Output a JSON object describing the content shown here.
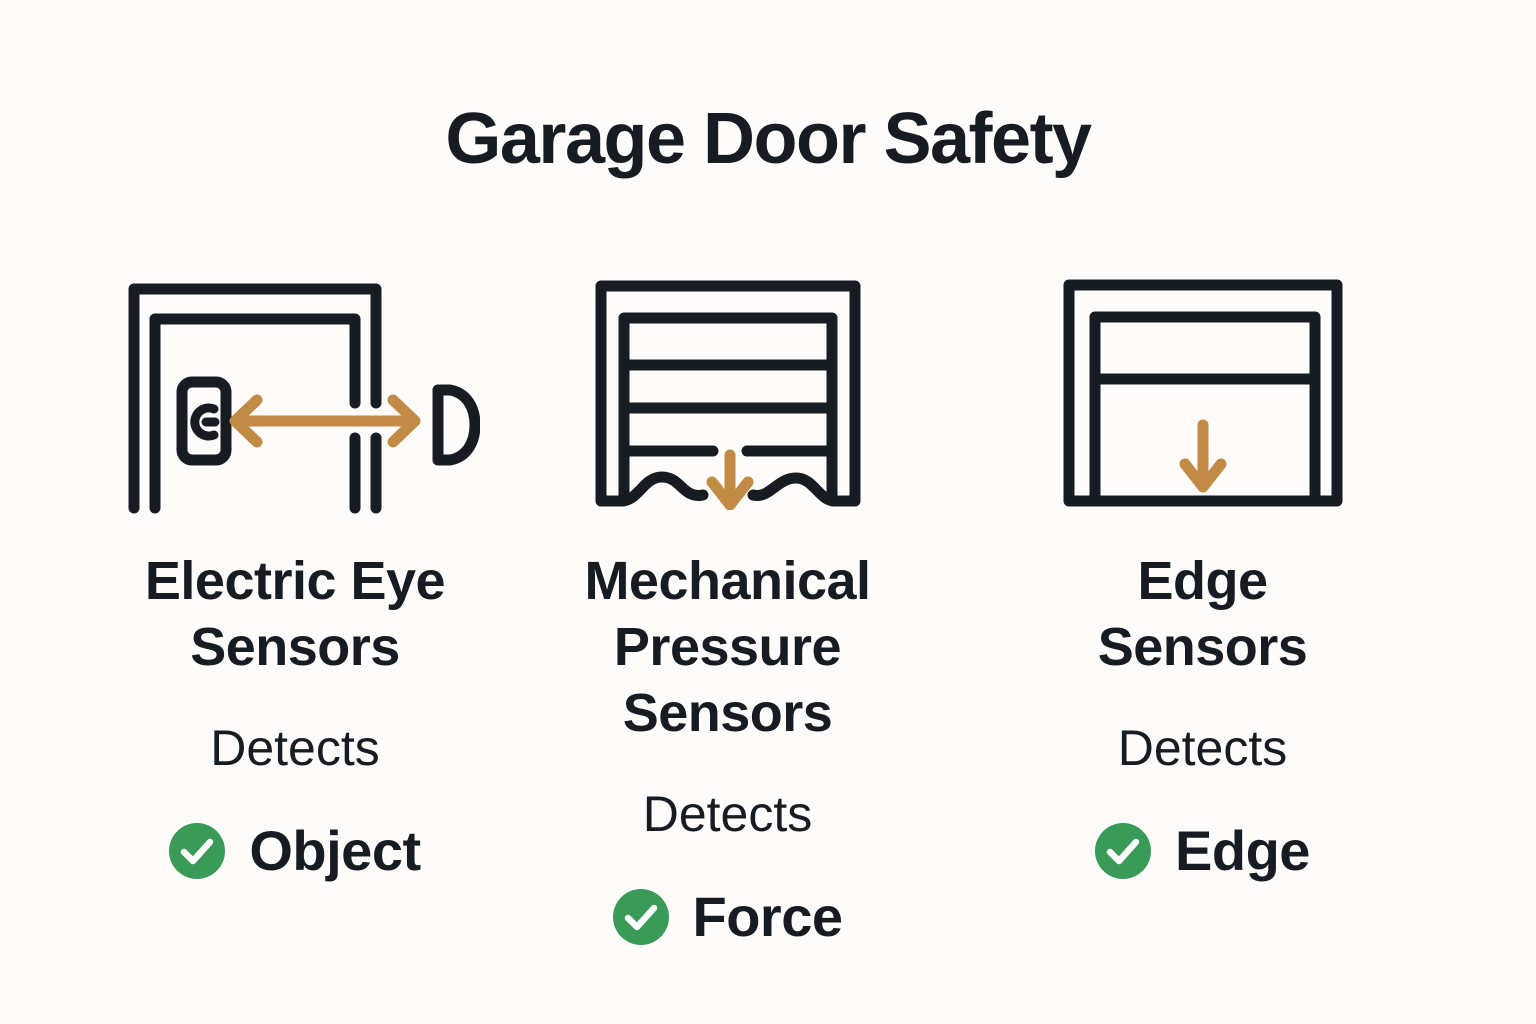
{
  "title": "Garage Door Safety",
  "colors": {
    "background": "#fdfcfa",
    "ink": "#171c22",
    "line": "#171c22",
    "accent": "#c18a45",
    "check_green": "#3a9a57",
    "check_mark": "#ffffff"
  },
  "columns": [
    {
      "icon": "electric-eye-sensor-icon",
      "name_lines": [
        "Electric Eye",
        "Sensors"
      ],
      "detects_label": "Detects",
      "detects_value": "Object",
      "check_icon": "check-icon"
    },
    {
      "icon": "mechanical-pressure-sensor-icon",
      "name_lines": [
        "Mechanical",
        "Pressure",
        "Sensors"
      ],
      "detects_label": "Detects",
      "detects_value": "Force",
      "check_icon": "check-icon"
    },
    {
      "icon": "edge-sensor-icon",
      "name_lines": [
        "Edge",
        "Sensors"
      ],
      "detects_label": "Detects",
      "detects_value": "Edge",
      "check_icon": "check-icon"
    }
  ]
}
